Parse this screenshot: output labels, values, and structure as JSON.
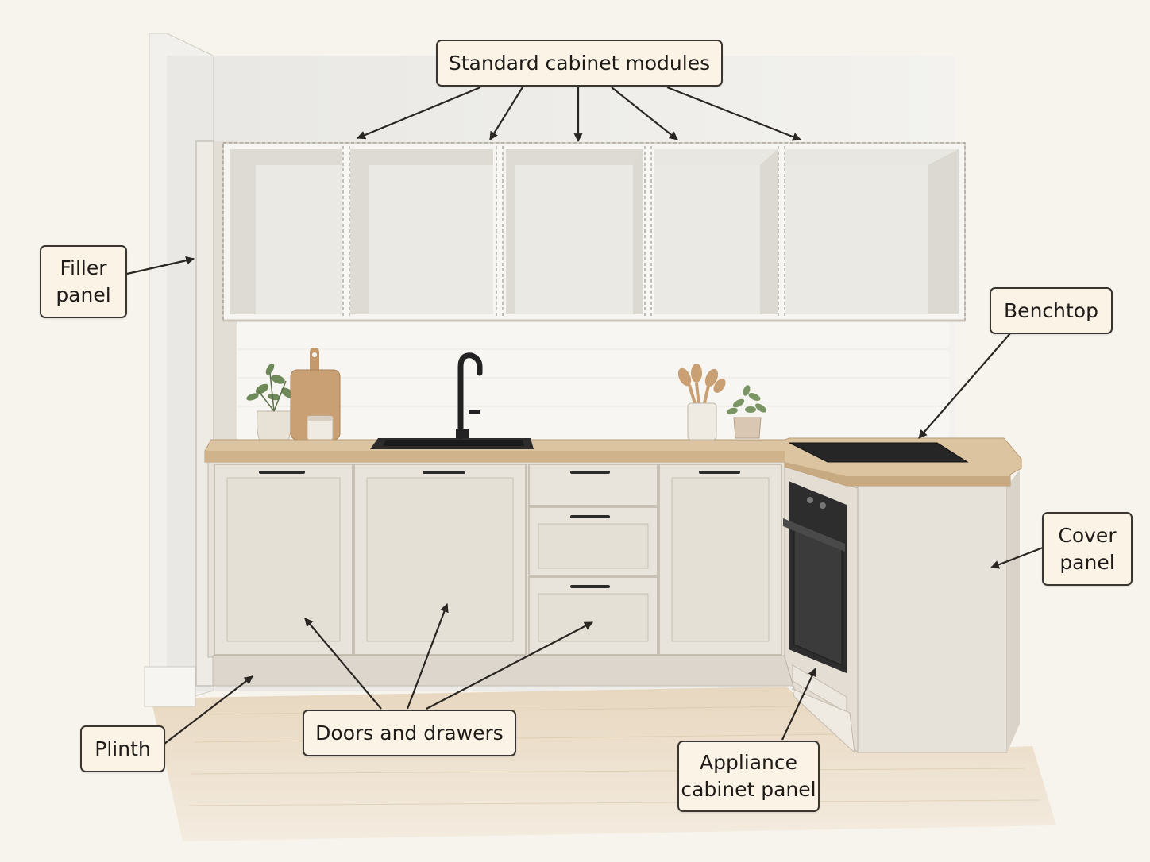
{
  "labels": {
    "standard_cabinet_modules": "Standard cabinet modules",
    "filler_panel": [
      "Filler",
      "panel"
    ],
    "benchtop": "Benchtop",
    "cover_panel": [
      "Cover",
      "panel"
    ],
    "plinth": "Plinth",
    "doors_and_drawers": "Doors and drawers",
    "appliance_cabinet_panel": [
      "Appliance",
      "cabinet panel"
    ]
  },
  "colors": {
    "wall": "#ecebe7",
    "floor": "#e6d6c0",
    "cabinet": "#e6e0d6",
    "benchtop": "#dcc4a0",
    "callout_fill": "#fbf4e6",
    "callout_border": "#3a3530",
    "arrow": "#2a2622",
    "hardware": "#2b2b2b"
  }
}
